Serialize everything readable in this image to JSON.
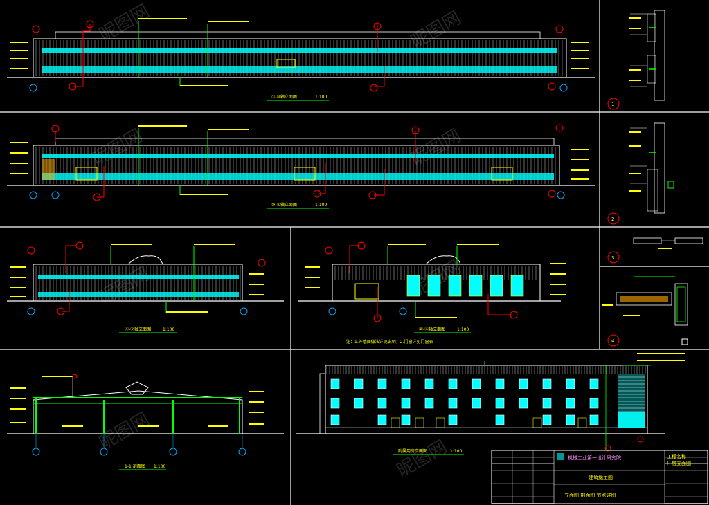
{
  "drawing": {
    "title_block": {
      "institute": "机械工业第一设计研究院",
      "project_lines": [
        "工程名称",
        "厂房立面图"
      ],
      "sheet_name": "建筑施工图",
      "footer": "立面图 剖面图 节点详图"
    },
    "views": [
      {
        "id": "view-1",
        "caption": "①-⑩轴立面图",
        "scale": "1:100"
      },
      {
        "id": "view-2",
        "caption": "⑩-①轴立面图",
        "scale": "1:100"
      },
      {
        "id": "view-3",
        "caption": "Ⓐ-Ⓓ轴立面图",
        "scale": "1:100"
      },
      {
        "id": "view-4",
        "caption": "Ⓓ-Ⓐ轴立面图",
        "scale": "1:100"
      },
      {
        "id": "view-5",
        "caption": "1-1 剖面图",
        "scale": "1:100"
      },
      {
        "id": "view-6",
        "caption": "附属用房立面图",
        "scale": "1:100"
      }
    ],
    "details": [
      "1",
      "2",
      "3",
      "4"
    ],
    "note": "注：1.外墙面做法详见说明；2.门窗详见门窗表",
    "watermark": "昵图网"
  },
  "colors": {
    "background": "#000000",
    "frame": "#ffffff",
    "wall": "#00ffff",
    "outline": "#ffffff",
    "leader": "#ff0000",
    "leader_text": "#ffff00",
    "green": "#00ff00",
    "axis": "#00aaff"
  }
}
